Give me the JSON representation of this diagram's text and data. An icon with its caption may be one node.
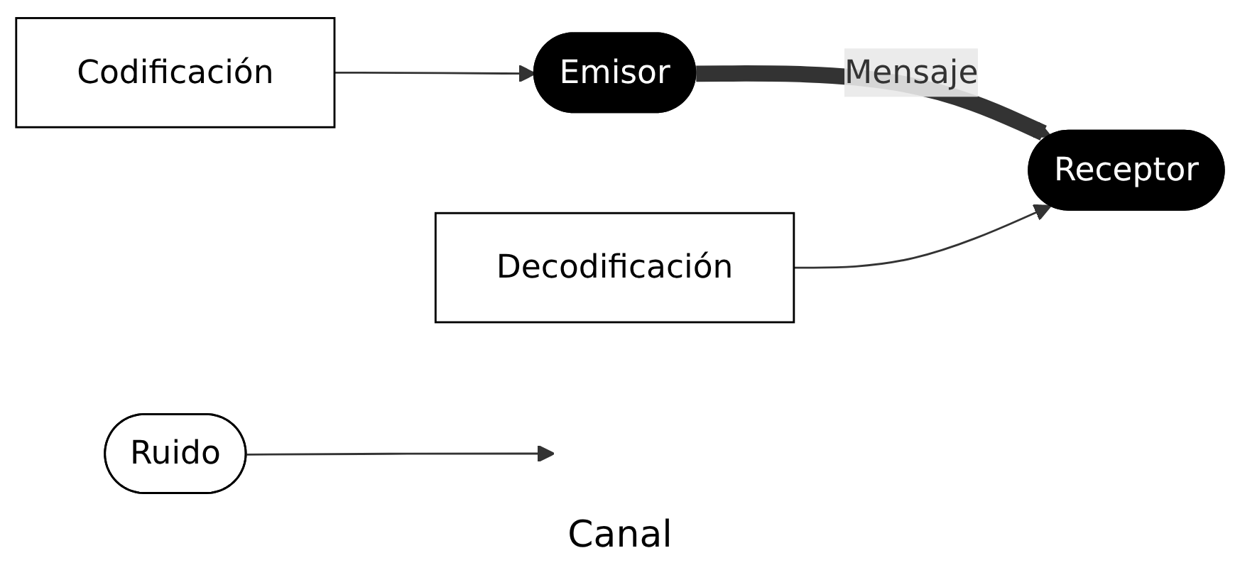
{
  "diagram": {
    "nodes": [
      {
        "text": [
          "Ruido"
        ]
      },
      {
        "text": [
          "Emisor"
        ]
      },
      {
        "text": [
          "Receptor"
        ]
      },
      {
        "text": [
          "Codificación"
        ]
      },
      {
        "text": [
          "Decodificación"
        ]
      }
    ],
    "edges": [
      {
        "from": 1,
        "to": 2,
        "arrow": "to",
        "label": "Mensaje",
        "style": "thick"
      },
      {
        "from": 0,
        "to": null,
        "arrow": "to"
      },
      {
        "from": 3,
        "to": 1,
        "arrow": "to"
      },
      {
        "from": 4,
        "to": 2,
        "arrow": "to"
      }
    ],
    "labels": [
      "Canal"
    ]
  }
}
